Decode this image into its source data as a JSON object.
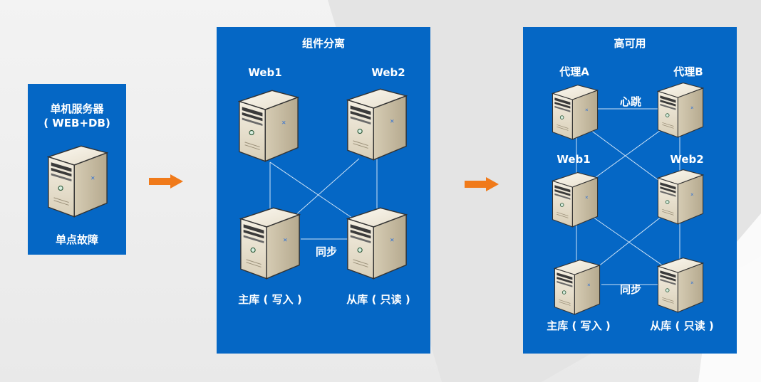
{
  "colors": {
    "panel": "#0567c5",
    "arrow": "#f07a1a",
    "link": "#cfe3f6",
    "label": "#ffffff",
    "background": "#eeeeee"
  },
  "panels": {
    "single": {
      "title_line1": "单机服务器",
      "title_line2": "( WEB+DB)",
      "footer": "单点故障"
    },
    "separation": {
      "title": "组件分离",
      "web1": "Web1",
      "web2": "Web2",
      "master": "主库 ( 写入 )",
      "slave": "从库 ( 只读 )",
      "sync": "同步"
    },
    "ha": {
      "title": "高可用",
      "proxy_a": "代理A",
      "proxy_b": "代理B",
      "heartbeat": "心跳",
      "web1": "Web1",
      "web2": "Web2",
      "master": "主库 ( 写入 )",
      "slave": "从库 ( 只读 )",
      "sync": "同步"
    }
  },
  "icons": [
    "server-icon",
    "arrow-right-icon"
  ]
}
